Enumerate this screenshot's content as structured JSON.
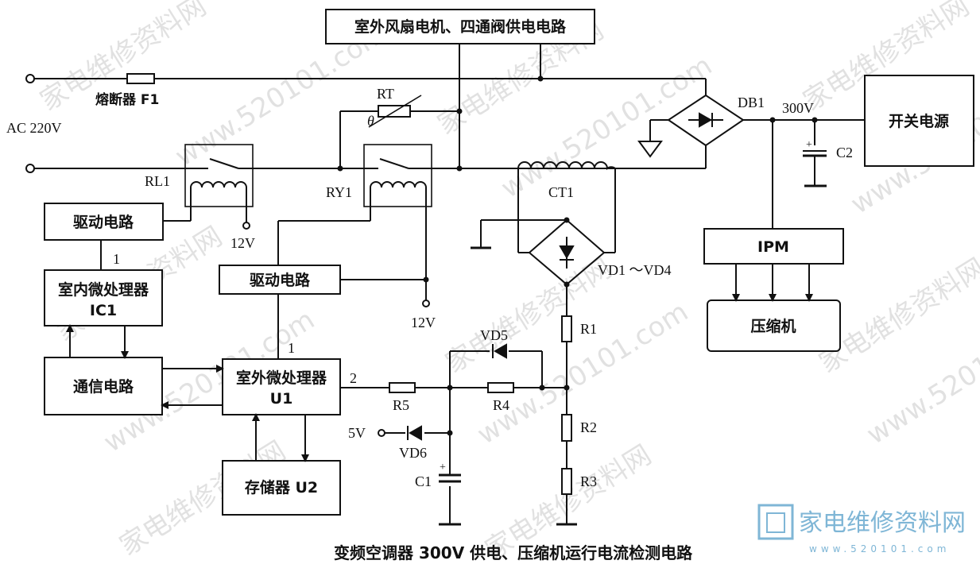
{
  "blocks": {
    "fan_supply": "室外风扇电机、四通阀供电电路",
    "switch_psu": "开关电源",
    "drive1": "驱动电路",
    "drive2": "驱动电路",
    "indoor_mcu_l1": "室内微处理器",
    "indoor_mcu_l2": "IC1",
    "comm": "通信电路",
    "outdoor_mcu_l1": "室外微处理器",
    "outdoor_mcu_l2": "U1",
    "memory": "存储器 U2",
    "ipm": "IPM",
    "compressor": "压缩机"
  },
  "labels": {
    "fuse": "熔断器 F1",
    "ac": "AC 220V",
    "rt": "RT",
    "theta": "θ",
    "rl1": "RL1",
    "ry1": "RY1",
    "v12a": "12V",
    "v12b": "12V",
    "db1": "DB1",
    "v300": "300V",
    "c2": "C2",
    "ct1": "CT1",
    "vd14": "VD1 ～VD4",
    "vd5": "VD5",
    "r1": "R1",
    "r2": "R2",
    "r3": "R3",
    "r4": "R4",
    "r5": "R5",
    "v5": "5V",
    "vd6": "VD6",
    "c1": "C1",
    "pin1a": "1",
    "pin1b": "1",
    "pin2": "2"
  },
  "caption": "变频空调器 300V 供电、压缩机运行电流检测电路",
  "watermark": {
    "site": "www.520101.com",
    "name": "家电维修资料网",
    "logo_cn": "家电维修资料网",
    "logo_url": "www.520101.com"
  }
}
